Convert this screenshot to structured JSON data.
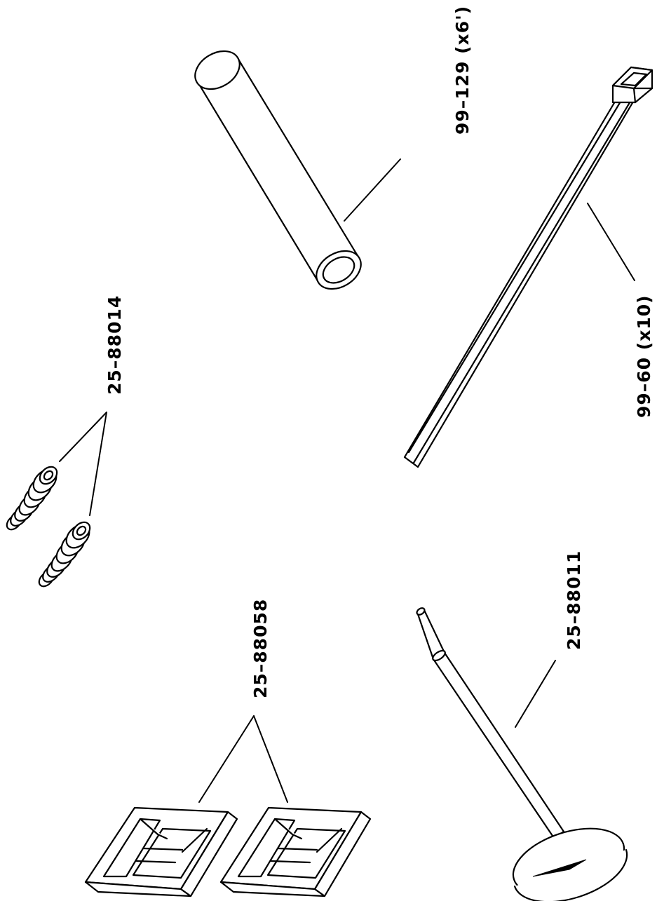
{
  "labels": {
    "tubing": "99–129  (x6')",
    "cable_tie": "99–60  (x10)",
    "screws": "25–88014",
    "mounts": "25–88058",
    "pin": "25–88011"
  },
  "colors": {
    "ink": "#000000",
    "paper": "#ffffff"
  }
}
